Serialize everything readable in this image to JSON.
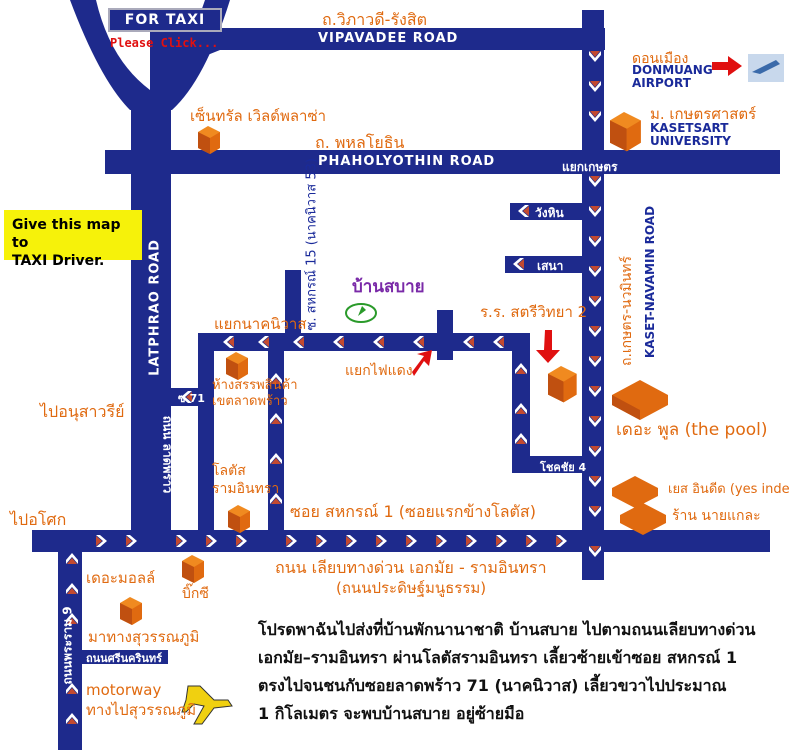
{
  "taxi_button": {
    "label": "FOR TAXI",
    "sub": "Please Click..."
  },
  "note": {
    "line1": "Give this map to",
    "line2": "TAXI Driver."
  },
  "roads": {
    "vipavadee_th": "ถ.วิภาวดี-รังสิต",
    "vipavadee_en": "VIPAVADEE ROAD",
    "phaholyothin_th": "ถ. พหลโยธิน",
    "phaholyothin_en": "PHAHOLYOTHIN ROAD",
    "latphrao_en": "LATPHRAO ROAD",
    "latphrao_th": "ถนน ลาดพร้าว",
    "kaset_navamin_en": "KASET-NAVAMIN ROAD",
    "kaset_navamin_th": "ถ.เกษตร-นวมินทร์",
    "phahonyothin_9": "ถนนพระราม 9",
    "sinakharin": "ถนนศรีนครินทร์"
  },
  "labels": {
    "kaset_junction": "แยกเกษตร",
    "central": "เซ็นทรัล เวิลด์พลาซ่า",
    "donmuang_th": "ดอนเมือง",
    "donmuang_en1": "DONMUANG",
    "donmuang_en2": "AIRPORT",
    "kasetsart_th": "ม. เกษตรศาสตร์",
    "kasetsart_en1": "KASETSART",
    "kasetsart_en2": "UNIVERSITY",
    "wanghin": "วังหิน",
    "senna": "เสนา",
    "soi_15": "ซ. สหกรณ์ 15 (นาคนิวาส 53)",
    "ban_sabai": "บ้านสบาย",
    "nakniwat_junction": "แยกนาคนิวาส",
    "school": "ร.ร. สตรีวิทยา 2",
    "traffic_light": "แยกไฟแดง",
    "ladprao_71": "ซ.71",
    "mall_latphrao": "ห้างสรรพสินค้า",
    "mall_latphrao2": "เขตลาดพร้าว",
    "lotus1": "โลตัส",
    "lotus2": "รามอินทรา",
    "soi_sahakorn1": "ซอย สหกรณ์ 1 (ซอยแรกข้างโลตัส)",
    "the_pool": "เดอะ พูล (the pool)",
    "yes_indeed": "เยส อินดีด (yes indeed)",
    "ran_nai_kale": "ร้าน นายแกละ",
    "sodsai4": "โชคชัย 4",
    "to_anusawari": "ไปอนุสาวรีย์",
    "to_asok": "ไปอโศก",
    "expressway": "ถนน เลียบทางด่วน เอกมัย - รามอินทรา",
    "expressway2": "(ถนนประดิษฐ์มนูธรรม)",
    "the_mall": "เดอะมอลล์",
    "bigc": "บิ๊กซี",
    "suvarnabhumi": "มาทางสุวรรณภูมิ",
    "motorway1": "motorway",
    "motorway2": "ทางไปสุวรรณภูมิ"
  },
  "directions": [
    "โปรดพาฉันไปส่งที่บ้านพักนานาชาติ บ้านสบาย ไปตามถนนเลียบทางด่วน",
    "เอกมัย–รามอินทรา ผ่านโลตัสรามอินทรา เลี้ยวซ้ายเข้าซอย สหกรณ์ 1",
    "ตรงไปจนชนกับซอยลาดพร้าว 71 (นาคนิวาส) เลี้ยวขวาไปประมาณ",
    "1 กิโลเมตร จะพบบ้านสบาย อยู่ซ้ายมือ"
  ],
  "colors": {
    "road": "#1e2a8c",
    "landmark": "#e06a10",
    "note_bg": "#f6f20a",
    "arrow_red": "#e01010",
    "plane": "#f0d010"
  }
}
